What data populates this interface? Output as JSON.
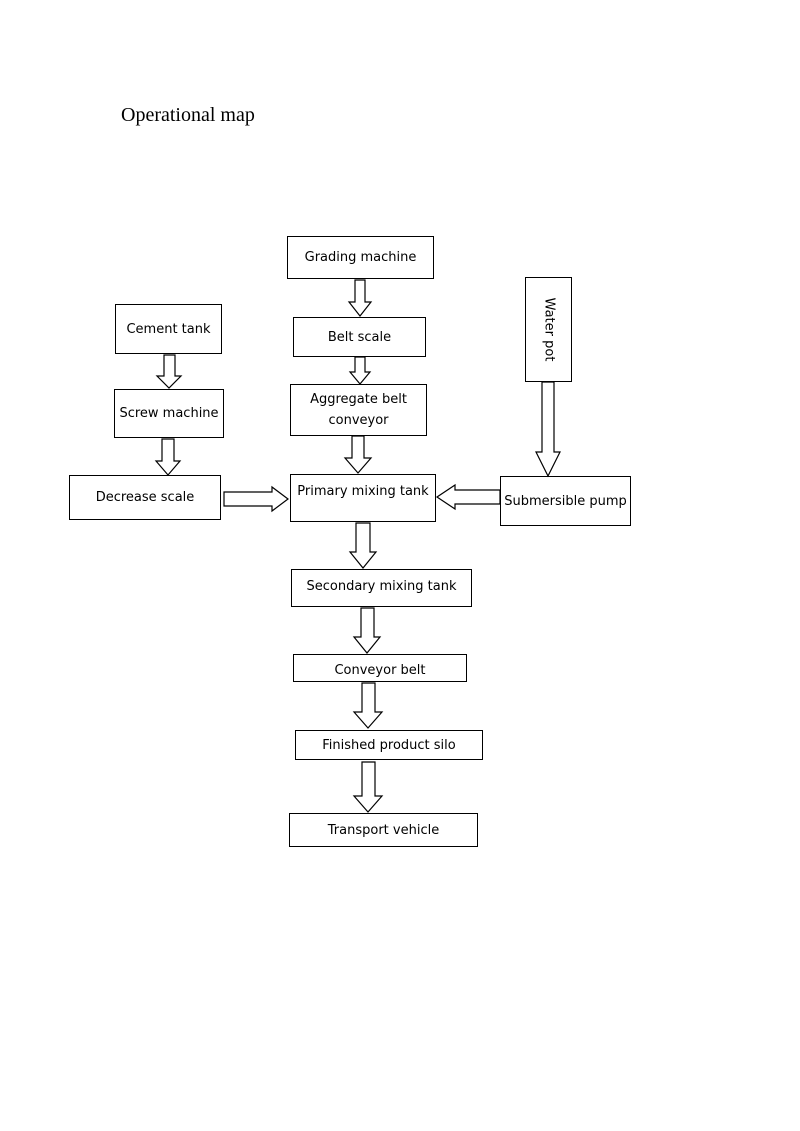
{
  "title": "Operational map",
  "nodes": {
    "grading_machine": "Grading machine",
    "belt_scale": "Belt scale",
    "aggregate_belt_conveyor": [
      "Aggregate belt",
      "conveyor"
    ],
    "cement_tank": "Cement tank",
    "screw_machine": "Screw machine",
    "decrease_scale": "Decrease scale",
    "water_pot": "Water pot",
    "submersible_pump": "Submersible pump",
    "primary_mixing_tank": "Primary mixing tank",
    "secondary_mixing_tank": "Secondary mixing tank",
    "conveyor_belt": "Conveyor belt",
    "finished_product_silo": "Finished product silo",
    "transport_vehicle": "Transport vehicle"
  },
  "flows": [
    {
      "from": "grading_machine",
      "to": "belt_scale"
    },
    {
      "from": "belt_scale",
      "to": "aggregate_belt_conveyor"
    },
    {
      "from": "aggregate_belt_conveyor",
      "to": "primary_mixing_tank"
    },
    {
      "from": "cement_tank",
      "to": "screw_machine"
    },
    {
      "from": "screw_machine",
      "to": "decrease_scale"
    },
    {
      "from": "decrease_scale",
      "to": "primary_mixing_tank"
    },
    {
      "from": "water_pot",
      "to": "submersible_pump"
    },
    {
      "from": "submersible_pump",
      "to": "primary_mixing_tank"
    },
    {
      "from": "primary_mixing_tank",
      "to": "secondary_mixing_tank"
    },
    {
      "from": "secondary_mixing_tank",
      "to": "conveyor_belt"
    },
    {
      "from": "conveyor_belt",
      "to": "finished_product_silo"
    },
    {
      "from": "finished_product_silo",
      "to": "transport_vehicle"
    }
  ]
}
